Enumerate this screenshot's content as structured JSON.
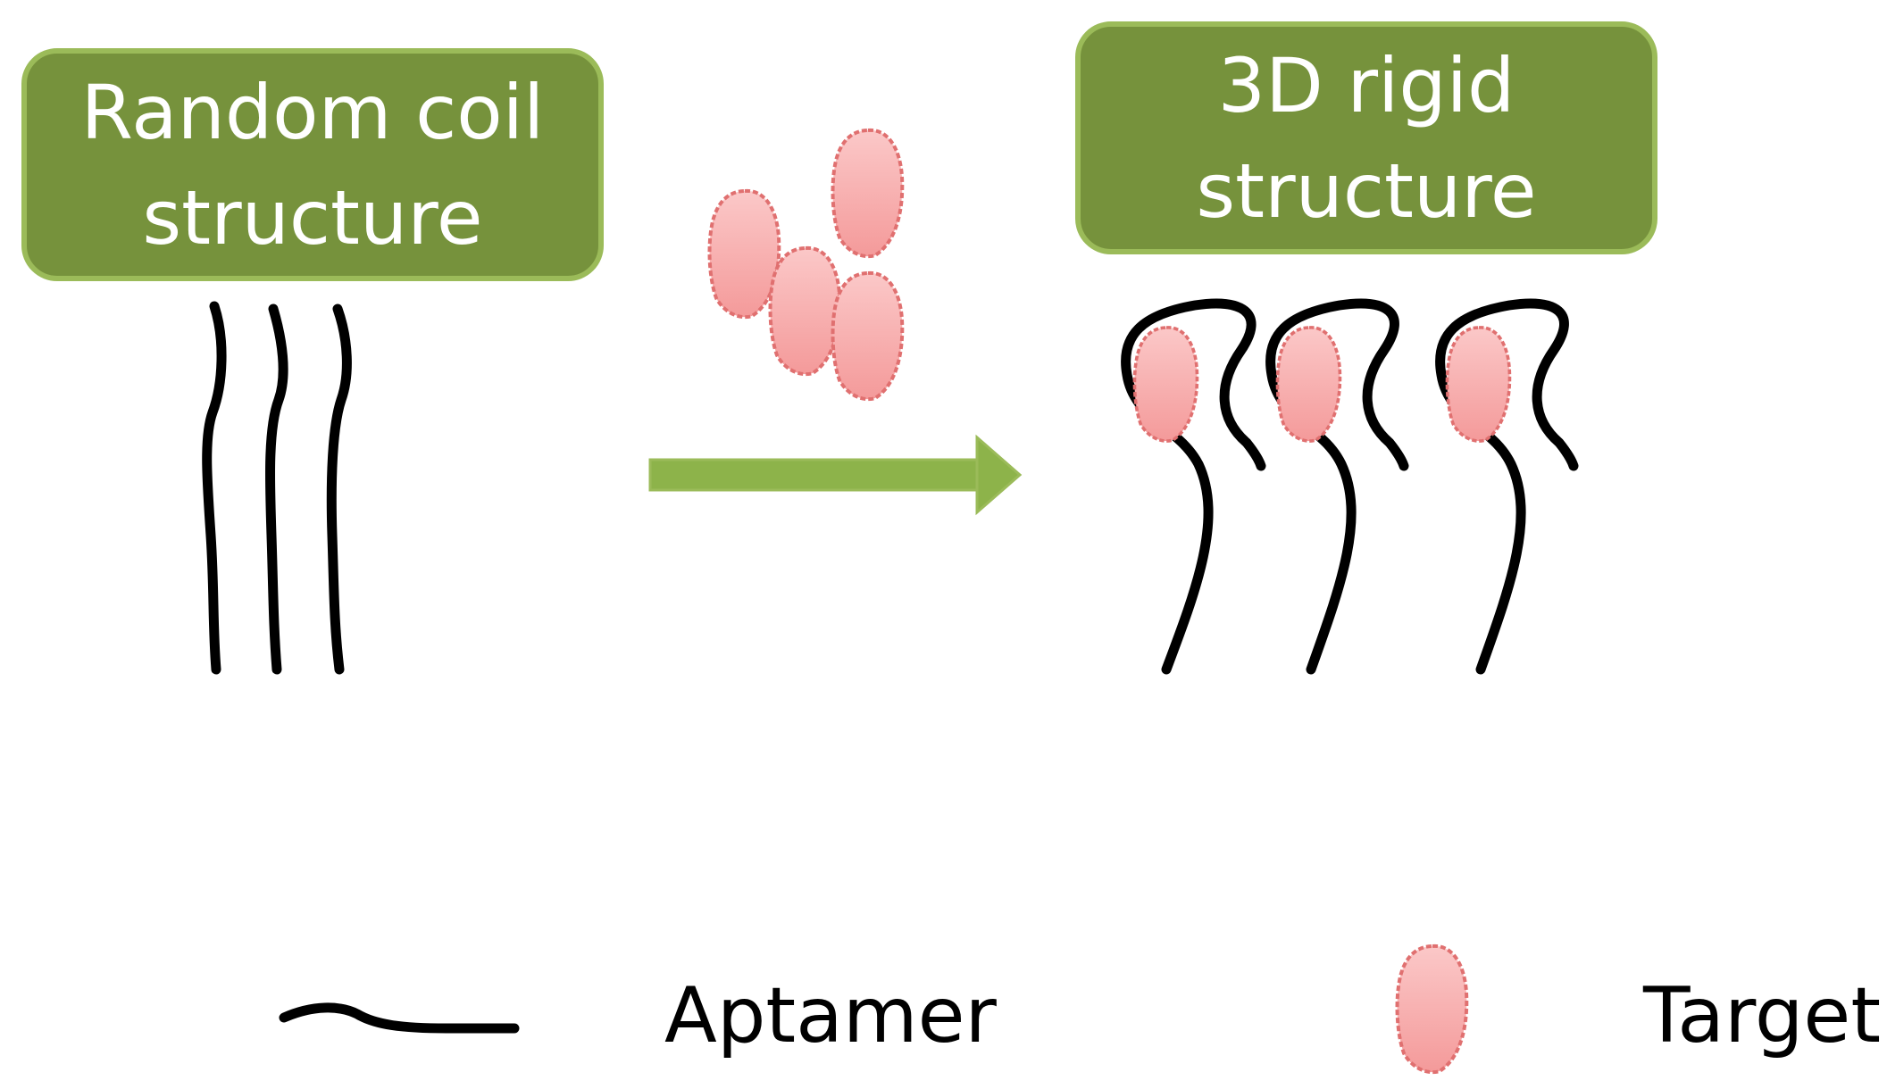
{
  "diagram": {
    "left_label": "Random coil\nstructure",
    "right_label": "3D rigid\nstructure",
    "legend": {
      "aptamer": "Aptamer",
      "target": "Target"
    },
    "colors": {
      "box_fill": "#76923c",
      "box_border": "#9bbb59",
      "arrow": "#8db34a",
      "target_fill": "#f8b0b0",
      "target_edge": "#e07070",
      "aptamer": "#000000"
    },
    "free_targets": 4,
    "bound_aptamers": 3,
    "random_coil_aptamers": 3
  }
}
